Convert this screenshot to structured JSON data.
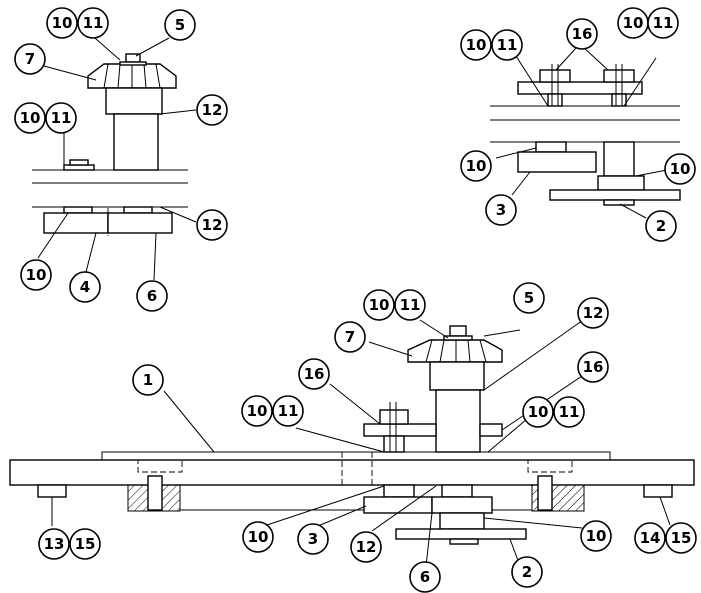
{
  "callouts": {
    "top_left": [
      "10",
      "11",
      "5",
      "7",
      "10",
      "11",
      "12",
      "12",
      "10",
      "4",
      "6"
    ],
    "top_right": [
      "10",
      "11",
      "16",
      "10",
      "11",
      "10",
      "10",
      "3",
      "2"
    ],
    "bottom": [
      "10",
      "11",
      "5",
      "7",
      "12",
      "1",
      "16",
      "16",
      "10",
      "11",
      "10",
      "11",
      "10",
      "3",
      "12",
      "10",
      "6",
      "2",
      "13",
      "15",
      "14",
      "15"
    ]
  },
  "colors": {
    "line": "#000000",
    "background": "#ffffff"
  }
}
